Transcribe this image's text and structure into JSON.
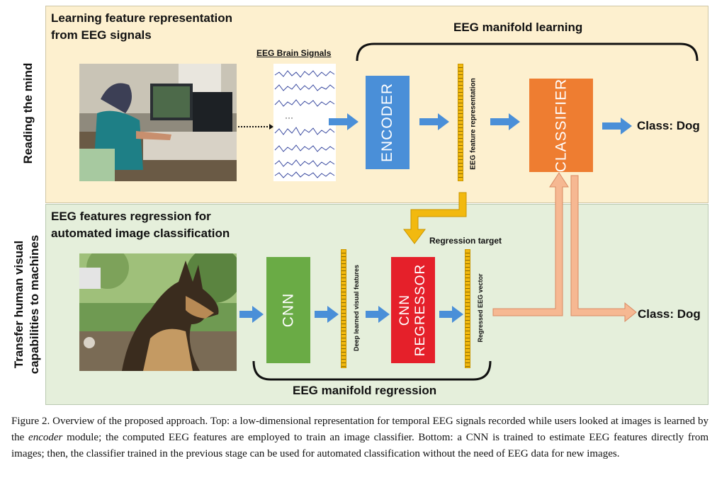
{
  "top_panel": {
    "side_label": "Reading the mind",
    "title_line1": "Learning feature representation",
    "title_line2": "from EEG signals",
    "eeg_signals_label": "EEG Brain Signals",
    "manifold_label": "EEG manifold learning",
    "encoder_label": "ENCODER",
    "feature_label": "EEG feature representation",
    "classifier_label": "CLASSIFIER",
    "class_output": "Class: Dog"
  },
  "bottom_panel": {
    "side_label_line1": "Transfer human visual",
    "side_label_line2": "capabilities to machines",
    "title_line1": "EEG features regression for",
    "title_line2": "automated image classification",
    "cnn_label": "CNN",
    "deep_features_label": "Deep learned visual features",
    "regression_target_label": "Regression target",
    "regressor_line1": "CNN",
    "regressor_line2": "REGRESSOR",
    "regressed_vector_label": "Regressed EEG vector",
    "manifold_label": "EEG manifold regression",
    "class_output": "Class: Dog"
  },
  "caption": {
    "prefix": "Figure 2. Overview of the proposed approach.  Top:  a low-dimensional representation for temporal EEG signals recorded while users looked at images is learned by the ",
    "emphasis": "encoder",
    "suffix": " module; the computed EEG features are employed to train an image classifier.  Bottom:  a CNN is trained to estimate EEG features directly from images; then, the classifier trained in the previous stage can be used for automated classification without the need of EEG data for new images."
  },
  "colors": {
    "top_panel_bg": "#fdf0cf",
    "bottom_panel_bg": "#e5efdb",
    "encoder": "#4a8fd8",
    "classifier": "#ee7d31",
    "cnn": "#6aab45",
    "regressor": "#e5202a",
    "feature_bar": "#f2b90f",
    "arrow_blue": "#4a8fd8",
    "arrow_salmon": "#f6b892"
  },
  "icons": [
    "eeg-lab-photo",
    "eeg-signal-traces",
    "dog-photo"
  ]
}
